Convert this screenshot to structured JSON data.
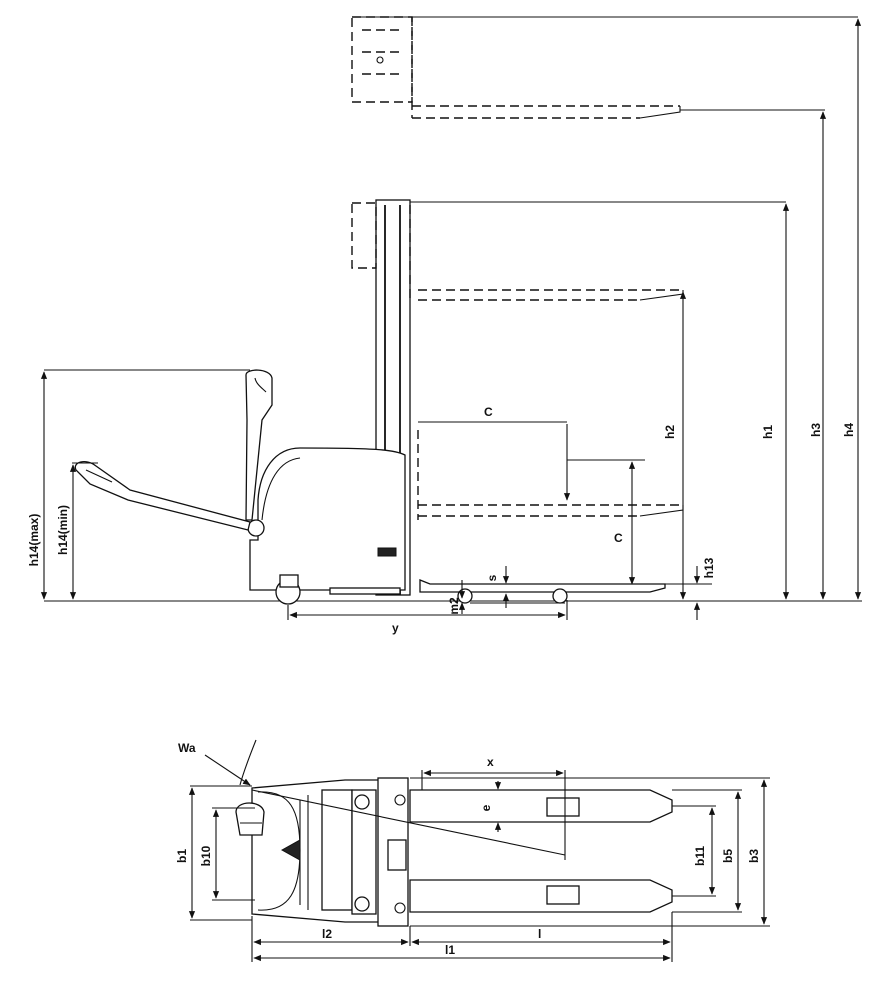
{
  "side_view": {
    "labels": {
      "h4": "h4",
      "h3": "h3",
      "h1": "h1",
      "h2": "h2",
      "h13": "h13",
      "h14_max": "h14(max)",
      "h14_min": "h14(min)",
      "c_top": "C",
      "c_side": "C",
      "s": "s",
      "m2": "m2",
      "y": "y"
    }
  },
  "top_view": {
    "labels": {
      "wa": "Wa",
      "x": "x",
      "e": "e",
      "b1": "b1",
      "b10": "b10",
      "b11": "b11",
      "b5": "b5",
      "b3": "b3",
      "l2": "l2",
      "l": "l",
      "l1": "l1"
    }
  }
}
